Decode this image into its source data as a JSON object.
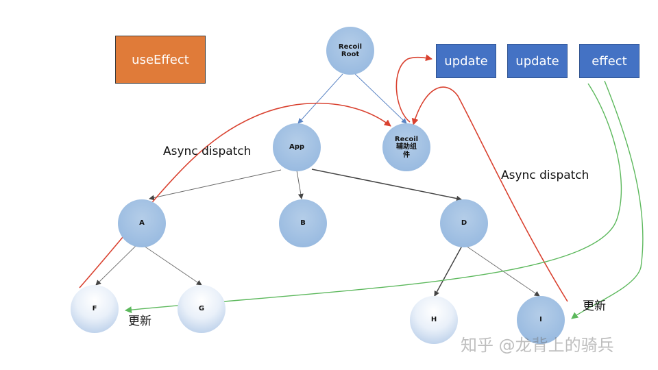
{
  "boxes": {
    "use_effect": "useEffect",
    "update_1": "update",
    "update_2": "update",
    "effect": "effect"
  },
  "nodes": {
    "recoil_root": "Recoil\nRoot",
    "app": "App",
    "recoil_helper": "Recoil\n辅助组\n件",
    "a": "A",
    "b": "B",
    "d": "D",
    "f": "F",
    "g": "G",
    "h": "H",
    "i": "I"
  },
  "labels": {
    "async_dispatch_left": "Async dispatch",
    "async_dispatch_right": "Async dispatch",
    "update_left": "更新",
    "update_right": "更新"
  },
  "watermark": "知乎 @龙背上的骑兵",
  "colors": {
    "orange_box": "#e07b39",
    "blue_box": "#4472c4",
    "node_blue": "#9bbce1",
    "red_arrow": "#d9412f",
    "green_arrow": "#5cb85c",
    "tree_edge_blue": "#5a84c4",
    "tree_edge_dark": "#444444"
  }
}
